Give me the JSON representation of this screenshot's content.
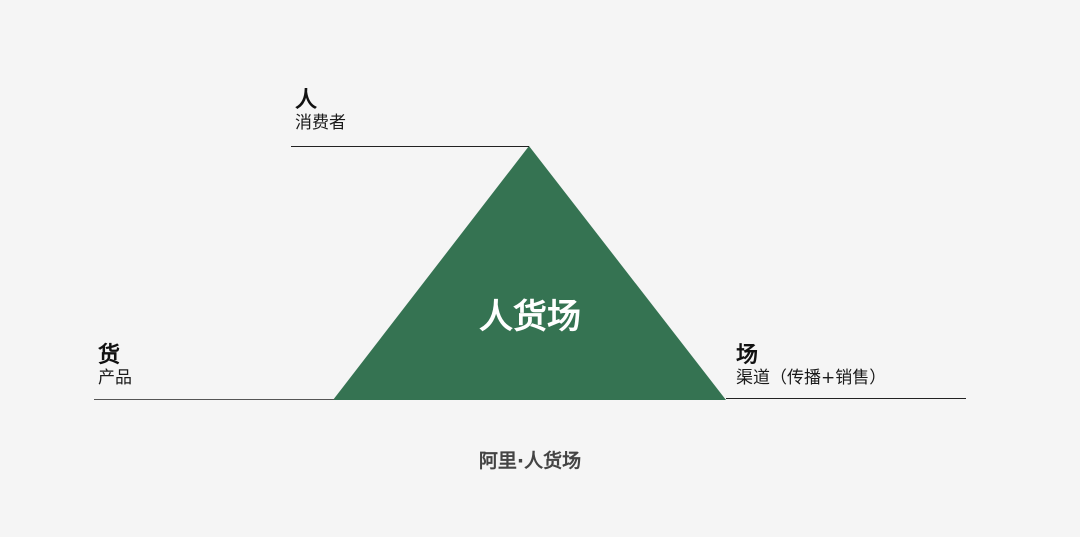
{
  "diagram": {
    "center_label": "人货场",
    "caption": "阿里·人货场",
    "fill_color": "#357352",
    "nodes": [
      {
        "title": "人",
        "subtitle": "消费者",
        "position": "top"
      },
      {
        "title": "货",
        "subtitle": "产品",
        "position": "left"
      },
      {
        "title": "场",
        "subtitle": "渠道（传播+销售）",
        "position": "right"
      }
    ]
  }
}
